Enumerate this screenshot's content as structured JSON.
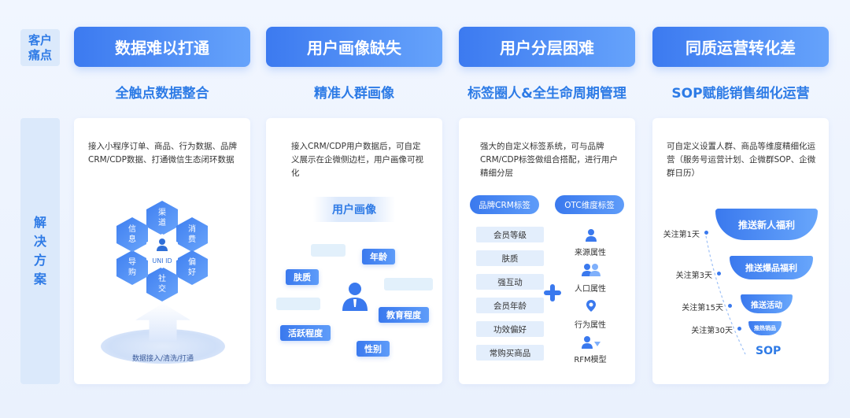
{
  "side": {
    "pain_label": "客户痛点",
    "solution_label": "解决方案"
  },
  "columns": [
    {
      "pain": "数据难以打通",
      "solution_title": "全触点数据整合",
      "desc": "接入小程序订单、商品、行为数据、品牌CRM/CDP数据、打通微信生态闭环数据",
      "hexes": [
        "渠道",
        "消费",
        "偏好",
        "社交",
        "导购",
        "信息"
      ],
      "center_label": "UNI ID",
      "base_label": "数据接入/清洗/打通"
    },
    {
      "pain": "用户画像缺失",
      "solution_title": "精准人群画像",
      "desc": "接入CRM/CDP用户数据后，可自定义展示在企微侧边栏，用户画像可视化",
      "persona_title": "用户画像",
      "tags": [
        "年龄",
        "肤质",
        "教育程度",
        "活跃程度",
        "性别"
      ]
    },
    {
      "pain": "用户分层困难",
      "solution_title": "标签圈人&全生命周期管理",
      "desc": "强大的自定义标签系统，可与品牌CRM/CDP标签做组合搭配，进行用户精细分层",
      "left_pill": "品牌CRM标签",
      "right_pill": "OTC维度标签",
      "left_tags": [
        "会员等级",
        "肤质",
        "强互动",
        "会员年龄",
        "功效偏好",
        "常购买商品"
      ],
      "right_attrs": [
        "来源属性",
        "人口属性",
        "行为属性",
        "RFM模型"
      ]
    },
    {
      "pain": "同质运营转化差",
      "solution_title": "SOP赋能销售细化运营",
      "desc": "可自定义设置人群、商品等维度精细化运营（服务号运营计划、企微群SOP、企微群日历）",
      "funnel": [
        {
          "day": "关注第1天",
          "label": "推送新人福利"
        },
        {
          "day": "关注第3天",
          "label": "推送爆品福利"
        },
        {
          "day": "关注第15天",
          "label": "推送活动"
        },
        {
          "day": "关注第30天",
          "label": "推热销品"
        }
      ],
      "sop_label": "SOP"
    }
  ],
  "colors": {
    "accent": "#2f7be6",
    "accent_gradient_start": "#3c7af0",
    "accent_gradient_end": "#66a3fb",
    "tag_bg": "#e3eefc"
  }
}
